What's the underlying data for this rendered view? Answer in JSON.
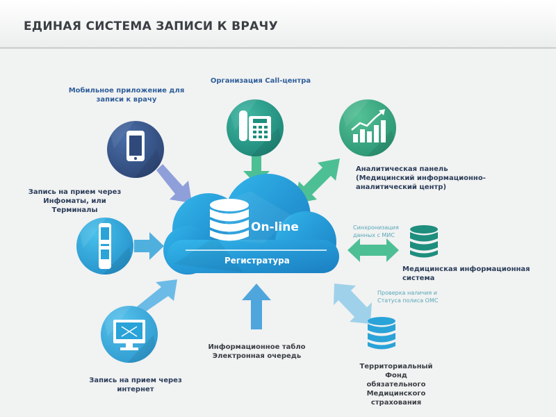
{
  "header": {
    "title": "ЕДИНАЯ СИСТЕМА ЗАПИСИ К ВРАЧУ"
  },
  "cloud": {
    "online": "On-line",
    "registry": "Регистратура"
  },
  "nodes": {
    "mobile": "Мобильное приложение для записи к врачу",
    "call_center": "Организация Call-центра",
    "analytics": "Аналитическая панель (Медицинский информационно-аналитический центр)",
    "kiosk": "Запись на прием через Инфоматы, или Терминалы",
    "mis": "Медицинская информационная система",
    "internet": "Запись на прием через интернет",
    "queue": "Информационное табло Электронная очередь",
    "tfoms": "Территориальный Фонд обязательного Медицинского страхования"
  },
  "notes": {
    "sync": "Синхронизация данных с МИС",
    "check": "Проверка наличия и Статуса полиса ОМС"
  },
  "colors": {
    "navy": "#2f4a7a",
    "teal": "#1e8e7e",
    "blue": "#2aa3d8",
    "green": "#4dbf94"
  }
}
